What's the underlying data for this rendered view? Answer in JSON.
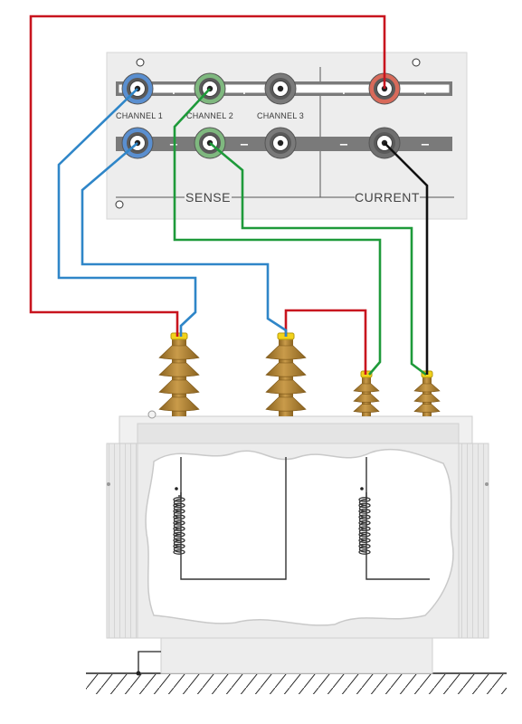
{
  "panel": {
    "channels": [
      {
        "label": "CHANNEL 1",
        "color": "#5a8fd0"
      },
      {
        "label": "CHANNEL 2",
        "color": "#7fb87f"
      },
      {
        "label": "CHANNEL 3",
        "color": "#7a7a7a"
      }
    ],
    "current_terminal_color": "#d86a5a",
    "sense_label": "SENSE",
    "current_label": "CURRENT",
    "plus_sign": "+",
    "minus_sign": "−"
  },
  "wires": {
    "current_plus_color": "#c8141e",
    "current_minus_color": "#111111",
    "channel1_color": "#2f86c8",
    "channel2_color": "#1e9a3a"
  },
  "transformer": {
    "bushing_color": "#b88a3c",
    "bushing_cap_color": "#f2d21a",
    "tank_color": "#e6e6e6"
  }
}
